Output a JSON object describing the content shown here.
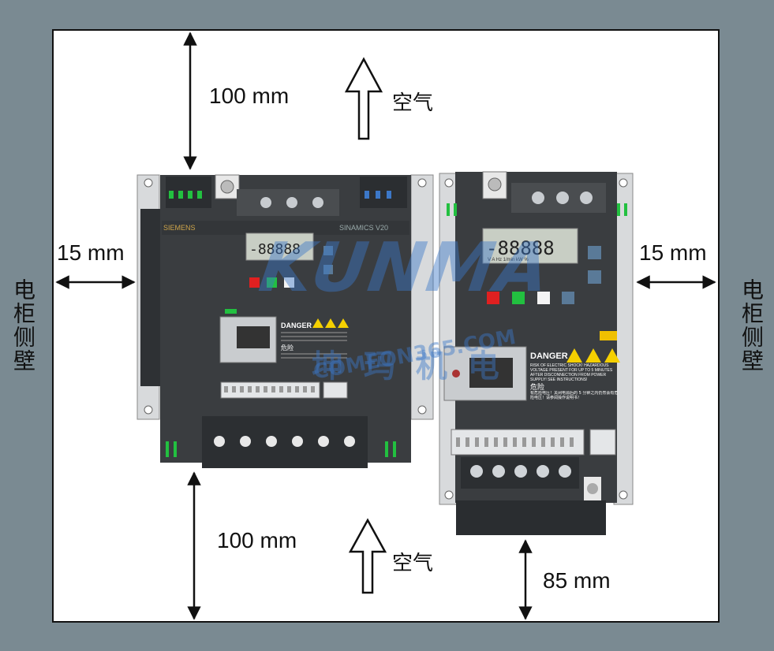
{
  "labels": {
    "top_left_clearance": "100 mm",
    "bottom_left_clearance": "100 mm",
    "bottom_right_clearance": "85 mm",
    "left_side_clearance": "15 mm",
    "right_side_clearance": "15 mm",
    "air_top": "空气",
    "air_bottom": "空气",
    "cabinet_wall_left": "电柜侧壁",
    "cabinet_wall_right": "电柜侧壁"
  },
  "device_left": {
    "brand": "SIEMENS",
    "model": "SINAMICS V20",
    "display": "-88888",
    "warning_title": "DANGER",
    "warning_cn": "危险"
  },
  "device_right": {
    "display": "-88888",
    "display_units": "V  A  Hz  1/min  kW  %",
    "warning_title": "DANGER",
    "warning_text": "RISK OF ELECTRIC SHOCK! HAZARDOUS VOLTAGE PRESENT FOR UP TO 5 MINUTES AFTER DISCONNECTION FROM POWER SUPPLY! SEE INSTRUCTIONS!",
    "warning_cn": "危险",
    "warning_cn_text": "有危险电压！关闭电源后的 5 分钟之内仍然会有危险电压！请参阅操作说明书！"
  },
  "watermark": {
    "brand": "KUNMA",
    "cn": "坤 玛 机 电",
    "site": "COMEON365.COM"
  },
  "colors": {
    "background": "#7a8a92",
    "panel": "#ffffff",
    "device_body": "#3a3d40",
    "key_red": "#e02020",
    "key_green": "#22c040",
    "lcd": "#c8cec4",
    "watermark": "#3c78c8"
  }
}
